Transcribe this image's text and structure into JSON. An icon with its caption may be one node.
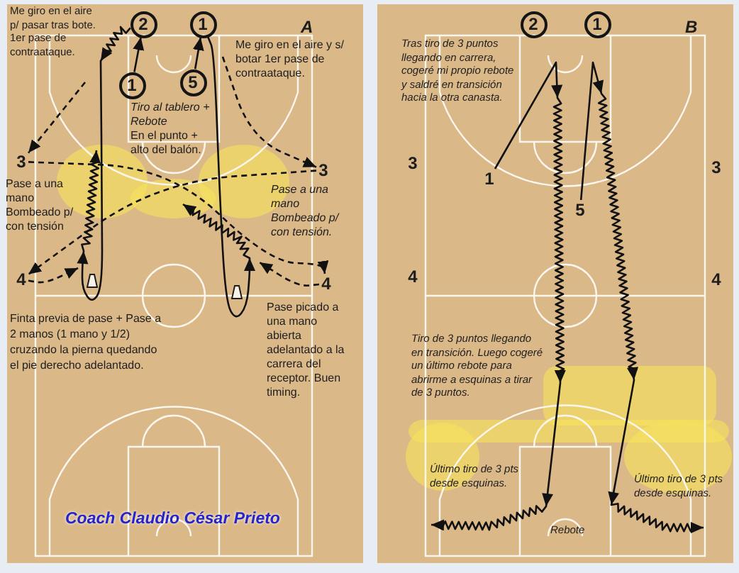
{
  "diagram": {
    "nodes": [
      {
        "text": [
          "2"
        ]
      },
      {
        "text": [
          "1"
        ]
      },
      {
        "text": [
          "1"
        ]
      },
      {
        "text": [
          "5"
        ]
      },
      {
        "text": [
          "3"
        ]
      },
      {
        "text": [
          "3"
        ]
      },
      {
        "text": [
          "4"
        ]
      },
      {
        "text": [
          "4"
        ]
      },
      {
        "text": [
          "2"
        ]
      },
      {
        "text": [
          "1"
        ]
      },
      {
        "text": [
          "1"
        ]
      },
      {
        "text": [
          "5"
        ]
      }
    ],
    "edges": [
      {
        "from": 2,
        "to": 0,
        "arrow": "to"
      },
      {
        "from": 0,
        "to": null,
        "arrow": "to"
      },
      {
        "from": null,
        "to": 4,
        "arrow": "to",
        "style": "dashed"
      },
      {
        "from": 3,
        "to": 1,
        "arrow": "to"
      },
      {
        "from": null,
        "to": 5,
        "arrow": "to",
        "style": "dashed"
      },
      {
        "from": 1,
        "to": null,
        "arrow": "to"
      },
      {
        "from": 4,
        "to": 7,
        "arrow": "to",
        "style": "dashed"
      },
      {
        "from": 5,
        "to": 6,
        "arrow": "to",
        "style": "dashed"
      },
      {
        "from": 6,
        "to": null,
        "arrow": "to",
        "style": "dashed"
      },
      {
        "from": 7,
        "to": null,
        "arrow": "to",
        "style": "dashed"
      },
      {
        "from": 10,
        "to": null,
        "arrow": "to"
      },
      {
        "from": 11,
        "to": null,
        "arrow": "to"
      }
    ],
    "labels": [
      "Me giro en el aire p/ pasar tras bote. 1er pase de contraataque.",
      "A",
      "Me giro en el aire y s/ botar 1er pase de contraataque.",
      "Tiro al tablero + Rebote",
      "En el punto + alto del balón.",
      "Pase a una mano Bombeado p/ con tensión",
      "Pase a una mano Bombeado p/ con tensión.",
      "Finta previa de pase + Pase a 2 manos (1 mano y 1/2) cruzando la pierna quedando el pie derecho adelantado.",
      "Pase picado a una mano abierta adelantado a la carrera del receptor. Buen timing.",
      "Coach Claudio César Prieto",
      "B",
      "Tras tiro de 3 puntos llegando en carrera, cogeré mi propio rebote y saldré en transición hacia la otra canasta.",
      "3",
      "3",
      "4",
      "4",
      "Tiro de 3 puntos llegando en transición. Luego cogeré un último rebote para abrirme a esquinas a tirar de 3 puntos.",
      "Último tiro de 3 pts desde esquinas.",
      "Último tiro de 3 pts desde esquinas.",
      "Rebote"
    ]
  }
}
